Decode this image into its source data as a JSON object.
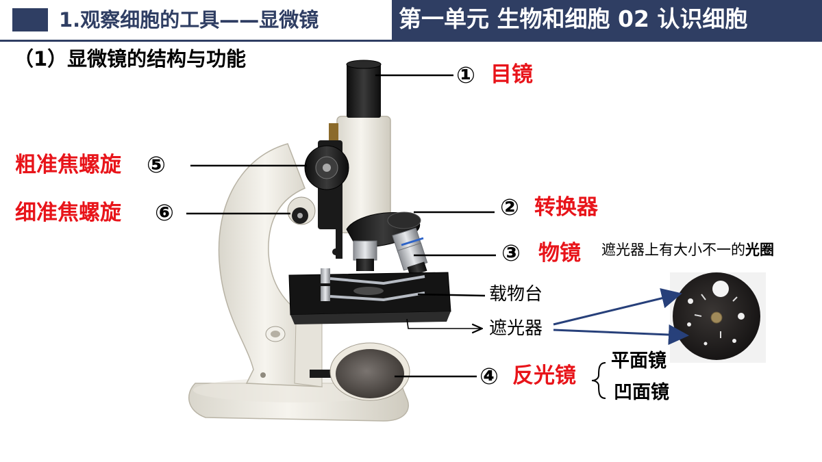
{
  "header": {
    "topic_title": "1.观察细胞的工具——显微镜",
    "unit_title": "第一单元 生物和细胞  02 认识细胞",
    "subtitle": "（1）显微镜的结构与功能"
  },
  "labels": {
    "eyepiece_num": "①",
    "eyepiece": "目镜",
    "nosepiece_num": "②",
    "nosepiece": "转换器",
    "objective_num": "③",
    "objective": "物镜",
    "mirror_num": "④",
    "mirror": "反光镜",
    "coarse_num": "⑤",
    "coarse": "粗准焦螺旋",
    "fine_num": "⑥",
    "fine": "细准焦螺旋",
    "stage": "载物台",
    "diaphragm": "遮光器",
    "plane_mirror": "平面镜",
    "concave_mirror": "凹面镜"
  },
  "note": {
    "prefix": "遮光器上有大小不一的",
    "emphasis": "光圈"
  },
  "colors": {
    "navy": "#2f3e63",
    "red": "#e8141a",
    "arrow_blue": "#27407a"
  }
}
